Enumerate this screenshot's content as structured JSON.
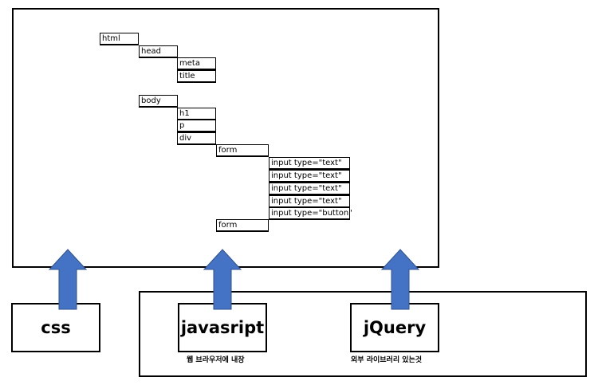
{
  "tree": {
    "html": "html",
    "head": "head",
    "meta": "meta",
    "title": "title",
    "body": "body",
    "h1": "h1",
    "p": "p",
    "div": "div",
    "form_open": "form",
    "inputs": [
      "input type=\"text\"",
      "input type=\"text\"",
      "input type=\"text\"",
      "input type=\"text\"",
      "input type=\"button\""
    ],
    "form_close": "form"
  },
  "boxes": {
    "css": "css",
    "javascript": "javasript",
    "jquery": "jQuery"
  },
  "captions": {
    "javascript": "웹 브라우저에 내장",
    "jquery": "외부 라이브러리 있는것"
  },
  "colors": {
    "arrow": "#4472c4",
    "arrow_border": "#2f528f"
  }
}
